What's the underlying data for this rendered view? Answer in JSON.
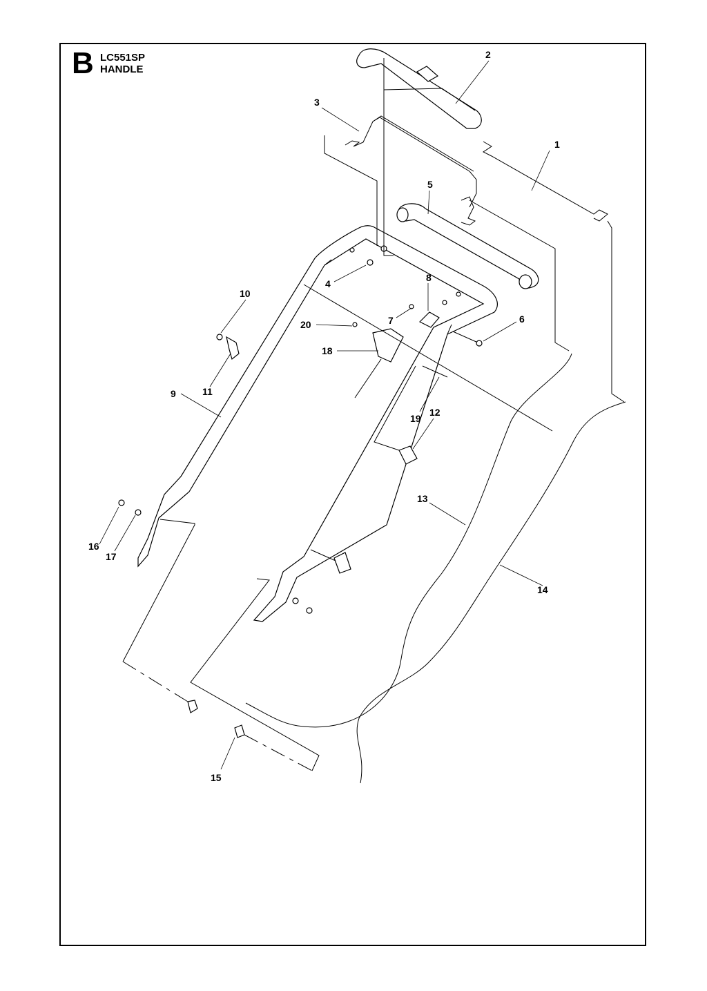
{
  "header": {
    "section_letter": "B",
    "model": "LC551SP",
    "title": "HANDLE"
  },
  "callouts": [
    "1",
    "2",
    "3",
    "4",
    "5",
    "6",
    "7",
    "8",
    "9",
    "10",
    "11",
    "12",
    "13",
    "14",
    "15",
    "16",
    "17",
    "18",
    "19",
    "20"
  ]
}
